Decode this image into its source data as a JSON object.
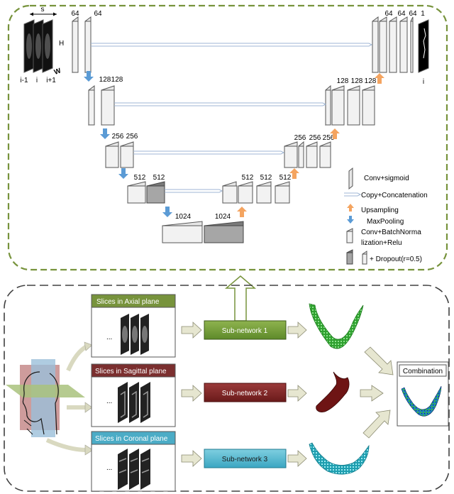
{
  "unet": {
    "input": {
      "dim_s": "s",
      "dim_h": "H",
      "dim_w": "W",
      "slices": [
        "i-1",
        "i",
        "i+1"
      ]
    },
    "output": {
      "channels": "1",
      "slice": "i"
    },
    "encoder_labels": [
      {
        "a": "64",
        "b": "64"
      },
      {
        "a": "128",
        "b": "128"
      },
      {
        "a": "256",
        "b": "256"
      },
      {
        "a": "512",
        "b": "512"
      },
      {
        "a": "1024"
      }
    ],
    "decoder_labels": [
      {
        "a": "64",
        "b": "64",
        "c": "64"
      },
      {
        "a": "128",
        "b": "128",
        "c": "128"
      },
      {
        "a": "256",
        "b": "256",
        "c": "256"
      },
      {
        "a": "512",
        "b": "512",
        "c": "512"
      },
      {
        "a": "1024"
      }
    ]
  },
  "legend": {
    "conv_sigmoid": "Conv+sigmoid",
    "copy_concat": "Copy+Concatenation",
    "upsampling": "Upsampling",
    "maxpooling": "MaxPooling",
    "conv_bn_line1": "Conv+BatchNorma",
    "conv_bn_line2": "lization+Relu",
    "dropout": "+ Dropout(r=0.5)"
  },
  "pipeline": {
    "planes": [
      {
        "label": "Slices in Axial plane",
        "dots": "...",
        "color": "#77933c"
      },
      {
        "label": "Slices in Sagittal plane",
        "dots": "...",
        "color": "#7b2f2f"
      },
      {
        "label": "Slices in Coronal plane",
        "dots": "...",
        "color": "#4bacc6"
      }
    ],
    "subnetworks": [
      {
        "label": "Sub-network 1",
        "color": "#6f9a35"
      },
      {
        "label": "Sub-network 2",
        "color": "#7a2020"
      },
      {
        "label": "Sub-network 3",
        "color": "#4cb5cf"
      }
    ],
    "combination": "Combination"
  },
  "colors": {
    "green_border": "#77933c",
    "pool_arrow": "#5b9bd5",
    "up_arrow": "#f4a460",
    "block_gray": "#a6a6a6"
  }
}
